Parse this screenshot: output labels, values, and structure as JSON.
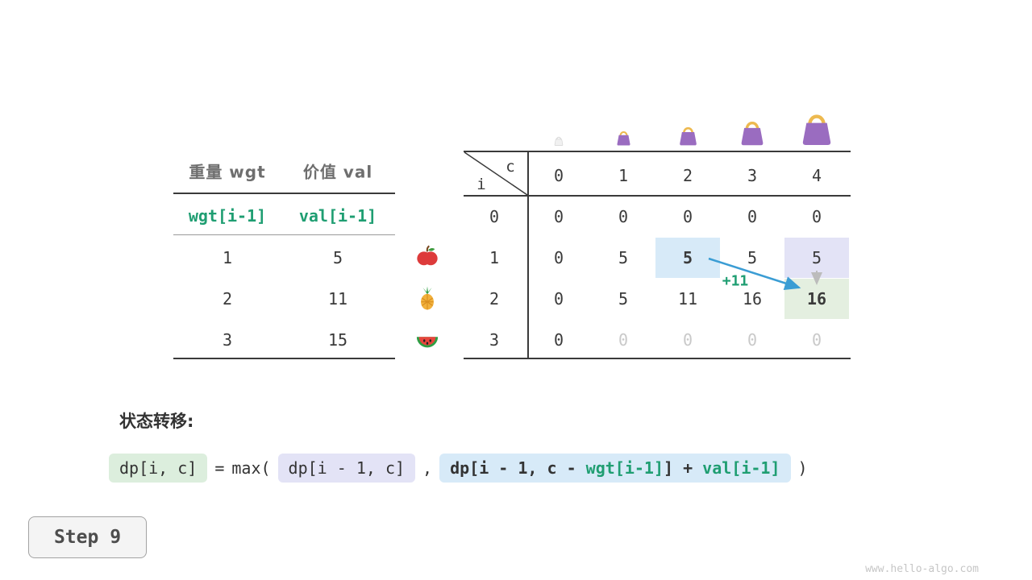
{
  "page": {
    "step_label": "Step 9",
    "watermark": "www.hello-algo.com"
  },
  "items_table": {
    "col1_header": "重量 wgt",
    "col2_header": "价值 val",
    "formula_row": {
      "wgt": "wgt[i-1]",
      "val": "val[i-1]"
    },
    "rows": [
      {
        "wgt": "1",
        "val": "5"
      },
      {
        "wgt": "2",
        "val": "11"
      },
      {
        "wgt": "3",
        "val": "15"
      }
    ]
  },
  "dp_table": {
    "corner_col": "c",
    "corner_row": "i",
    "col_headers": [
      "0",
      "1",
      "2",
      "3",
      "4"
    ],
    "row_headers": [
      "0",
      "1",
      "2",
      "3"
    ],
    "cells": [
      [
        "0",
        "0",
        "0",
        "0",
        "0"
      ],
      [
        "0",
        "5",
        "5",
        "5",
        "5"
      ],
      [
        "0",
        "5",
        "11",
        "16",
        "16"
      ],
      [
        "0",
        "0",
        "0",
        "0",
        "0"
      ]
    ],
    "annotation_plus": "+11"
  },
  "transition": {
    "label": "状态转移:",
    "lhs": "dp[i, c]",
    "equals": "=",
    "max_open": "max(",
    "option1": "dp[i - 1, c]",
    "comma": ",",
    "option2_p1": "dp[i - 1, c - ",
    "option2_wgt": "wgt[i-1]",
    "option2_p2": "] + ",
    "option2_val": "val[i-1]",
    "close": ")"
  },
  "colors": {
    "green_text": "#1f9e72",
    "highlight_blue": "#d7eaf8",
    "highlight_lavender": "#e3e3f6",
    "highlight_green": "#e4efe0",
    "arrow_blue": "#3b9dd4",
    "bag_purple": "#9a6cc0",
    "bag_handle": "#edb94f"
  }
}
